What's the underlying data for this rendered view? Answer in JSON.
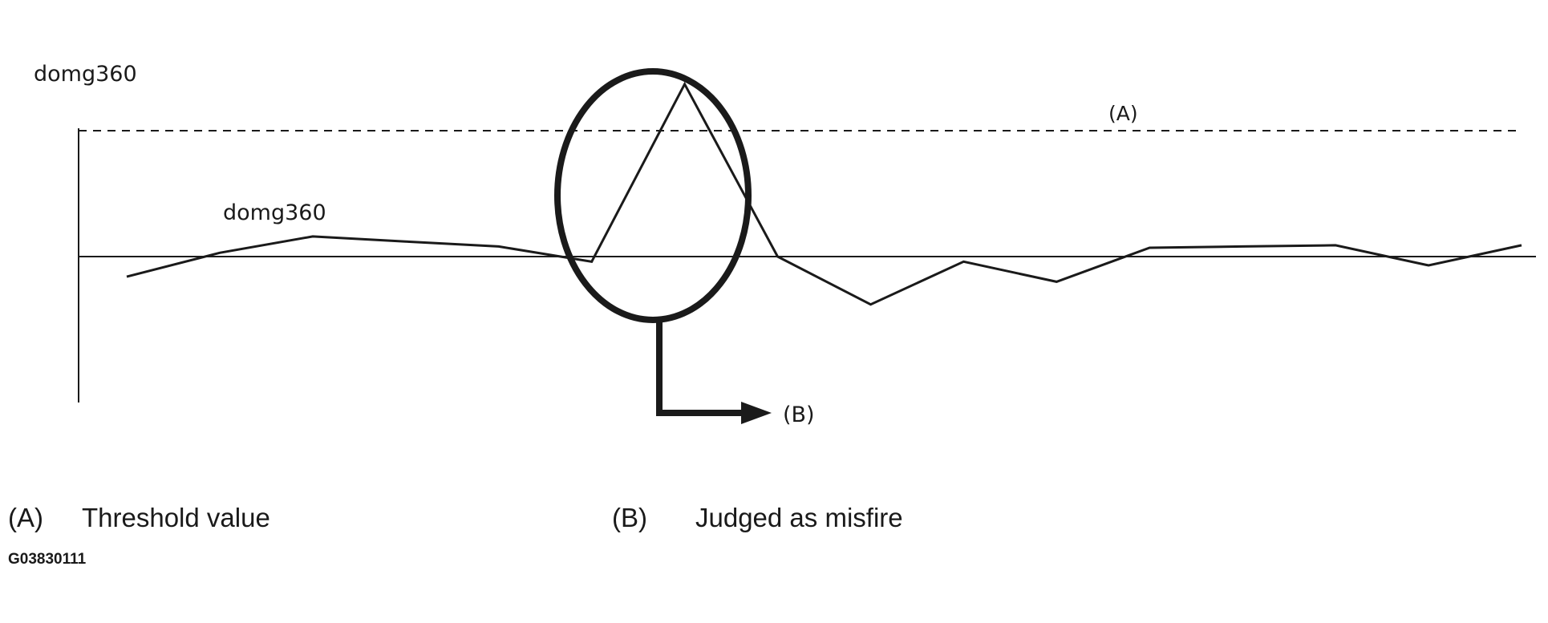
{
  "chart_data": {
    "type": "line",
    "y_axis_label": "domg360",
    "series": [
      {
        "name": "domg360",
        "values": [
          -0.16,
          0.03,
          0.16,
          0.12,
          0.08,
          -0.04,
          1.37,
          0.0,
          -0.38,
          -0.04,
          -0.2,
          0.07,
          0.08,
          0.09,
          -0.07,
          0.09
        ]
      }
    ],
    "threshold": 1.0,
    "threshold_label": "(A)",
    "highlight_label": "(B)"
  },
  "legend": [
    {
      "key": "(A)",
      "text": "Threshold value"
    },
    {
      "key": "(B)",
      "text": "Judged as misfire"
    }
  ],
  "figure_id": "G03830111"
}
